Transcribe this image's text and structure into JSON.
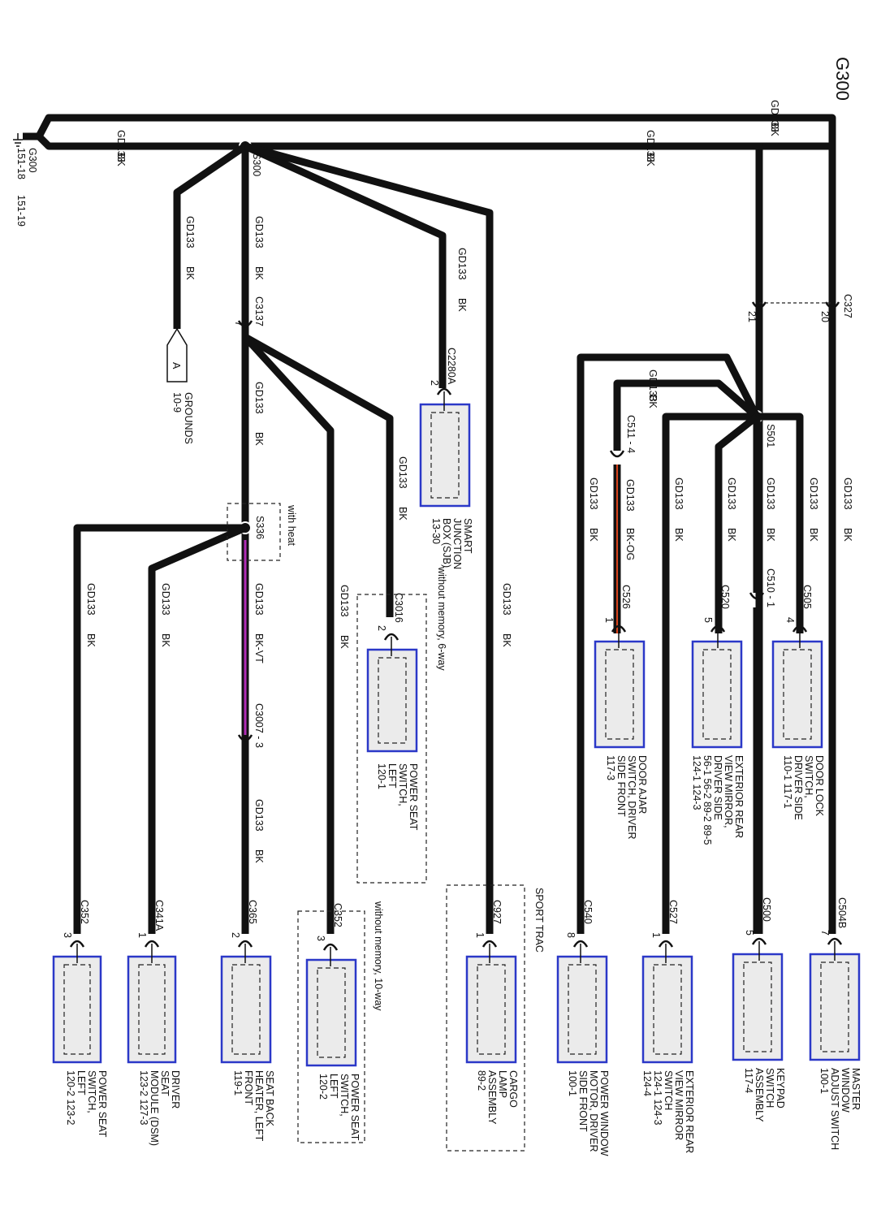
{
  "diagram": {
    "ground": {
      "title": "G300",
      "ref": "G300",
      "pages": [
        "151-18",
        "151-19"
      ]
    },
    "splices": {
      "s300": "S300",
      "s336": "S336",
      "s501": "S501"
    },
    "qualifiers": {
      "with_heat": "with heat",
      "without_memory_6way": "without memory, 6-way",
      "without_memory_10way": "without memory, 10-way",
      "sport_trac": "SPORT TRAC"
    },
    "wires": [
      {
        "circuit": "GD133",
        "color": "BK"
      },
      {
        "circuit": "GD133",
        "color": "BK-OG"
      },
      {
        "circuit": "GD133",
        "color": "BK-VT"
      }
    ],
    "inline_connectors": {
      "c3137": {
        "name": "C3137",
        "pin": "7"
      },
      "c3007": {
        "name": "C3007",
        "pin": "3"
      },
      "c327": {
        "name": "C327",
        "pin_a": "21",
        "pin_b": "20"
      },
      "c511": {
        "name": "C511",
        "pin": "4"
      },
      "c510": {
        "name": "C510",
        "pin": "1"
      }
    },
    "grounds_ref": {
      "letter": "A",
      "label": "GROUNDS",
      "page": "10-9"
    },
    "components": [
      {
        "connector": "C2280A",
        "pin": "2",
        "lines": [
          "SMART",
          "JUNCTION",
          "BOX (SJB)",
          "13-30"
        ]
      },
      {
        "connector": "C3016",
        "pin": "2",
        "lines": [
          "POWER SEAT",
          "SWITCH,",
          "LEFT",
          "120-1"
        ]
      },
      {
        "connector": "C526",
        "pin": "1",
        "lines": [
          "DOOR AJAR",
          "SWITCH, DRIVER",
          "SIDE FRONT",
          "117-3"
        ]
      },
      {
        "connector": "C520",
        "pin": "5",
        "lines": [
          "EXTERIOR REAR",
          "VIEW MIRROR,",
          "DRIVER SIDE",
          "56-1    56-2    89-2    89-5",
          "124-1   124-3"
        ]
      },
      {
        "connector": "C505",
        "pin": "4",
        "lines": [
          "DOOR LOCK",
          "SWITCH,",
          "DRIVER SIDE",
          "110-1    117-1"
        ]
      },
      {
        "connector": "C352",
        "pin": "3",
        "lines": [
          "POWER SEAT",
          "SWITCH,",
          "LEFT",
          "120-2    123-2"
        ]
      },
      {
        "connector": "C341A",
        "pin": "1",
        "lines": [
          "DRIVER",
          "SEAT",
          "MODULE (DSM)",
          "123-2    127-3"
        ]
      },
      {
        "connector": "C365",
        "pin": "2",
        "lines": [
          "SEAT BACK",
          "HEATER, LEFT",
          "FRONT",
          "119-1"
        ]
      },
      {
        "connector": "C352",
        "pin": "3",
        "lines": [
          "POWER SEAT",
          "SWITCH,",
          "LEFT",
          "120-2"
        ]
      },
      {
        "connector": "C927",
        "pin": "1",
        "lines": [
          "CARGO",
          "LAMP",
          "ASSEMBLY",
          "89-2"
        ]
      },
      {
        "connector": "C540",
        "pin": "8",
        "lines": [
          "POWER WINDOW",
          "MOTOR, DRIVER",
          "SIDE FRONT",
          "100-1"
        ]
      },
      {
        "connector": "C527",
        "pin": "1",
        "lines": [
          "EXTERIOR REAR",
          "VIEW MIRROR",
          "SWITCH",
          "124-1    124-3",
          "124-4"
        ]
      },
      {
        "connector": "C500",
        "pin": "5",
        "lines": [
          "KEYPAD",
          "SWITCH",
          "ASSEMBLY",
          "117-4"
        ]
      },
      {
        "connector": "C504B",
        "pin": "7",
        "lines": [
          "MASTER",
          "WINDOW",
          "ADJUST SWITCH",
          "100-1"
        ]
      }
    ]
  }
}
